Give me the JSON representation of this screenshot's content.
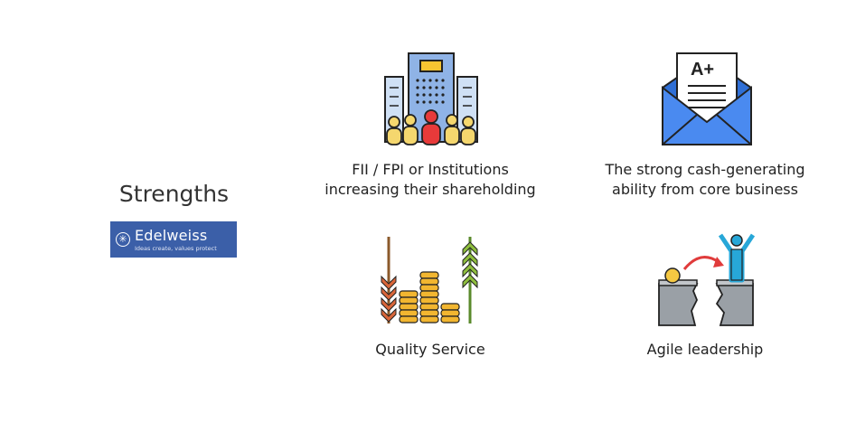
{
  "title": "Strengths",
  "logo": {
    "name": "Edelweiss",
    "tagline": "Ideas create, values protect"
  },
  "items": [
    {
      "line1": "FII / FPI or Institutions",
      "line2": "increasing their shareholding"
    },
    {
      "line1": "The strong cash-generating",
      "line2": "ability from core business"
    },
    {
      "line1": "Quality Service",
      "line2": ""
    },
    {
      "line1": "Agile leadership",
      "line2": ""
    }
  ],
  "grade_letter": "A+"
}
